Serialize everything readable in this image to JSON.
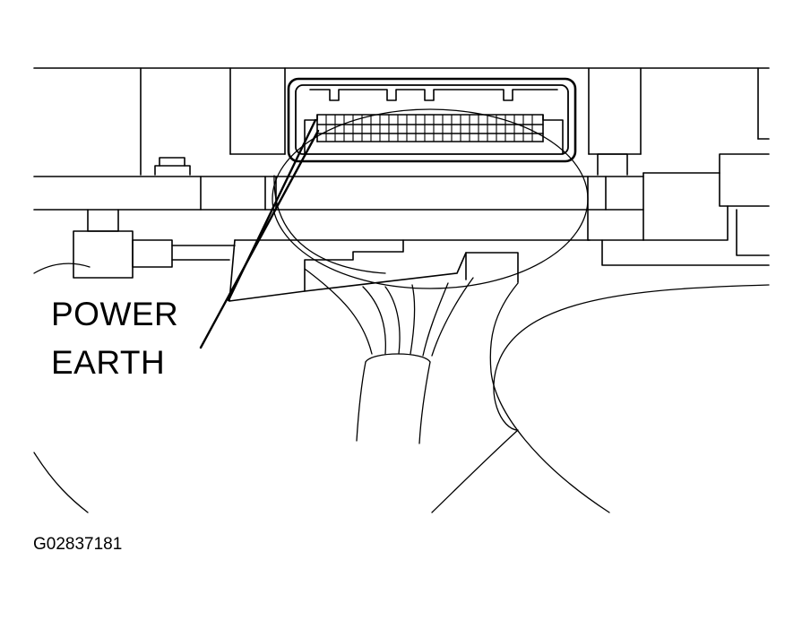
{
  "diagram": {
    "labels": {
      "power": "POWER",
      "earth": "EARTH",
      "figure_id": "G02837181"
    },
    "colors": {
      "line": "#000000",
      "background": "#ffffff"
    }
  }
}
